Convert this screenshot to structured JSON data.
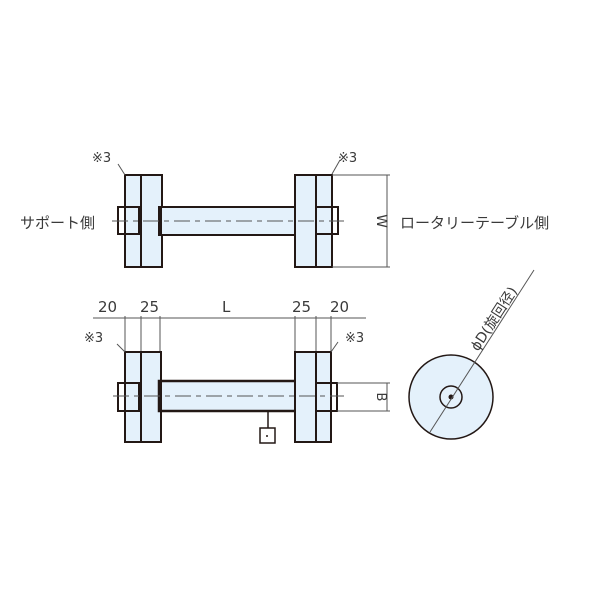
{
  "colors": {
    "fill": "#e4f1fb",
    "stroke": "#231815",
    "text": "#3a3a3a",
    "thin": "#555555",
    "background": "#ffffff"
  },
  "top_view": {
    "left_label": "サポート側",
    "right_label": "ロータリーテーブル側",
    "note_left": "※3",
    "note_right": "※3",
    "dimension_w": "W"
  },
  "front_view": {
    "dims": [
      "20",
      "25",
      "L",
      "25",
      "20"
    ],
    "note_left": "※3",
    "note_right": "※3",
    "dimension_b": "B"
  },
  "end_view": {
    "diameter_label": "ϕD(旋回径)"
  }
}
